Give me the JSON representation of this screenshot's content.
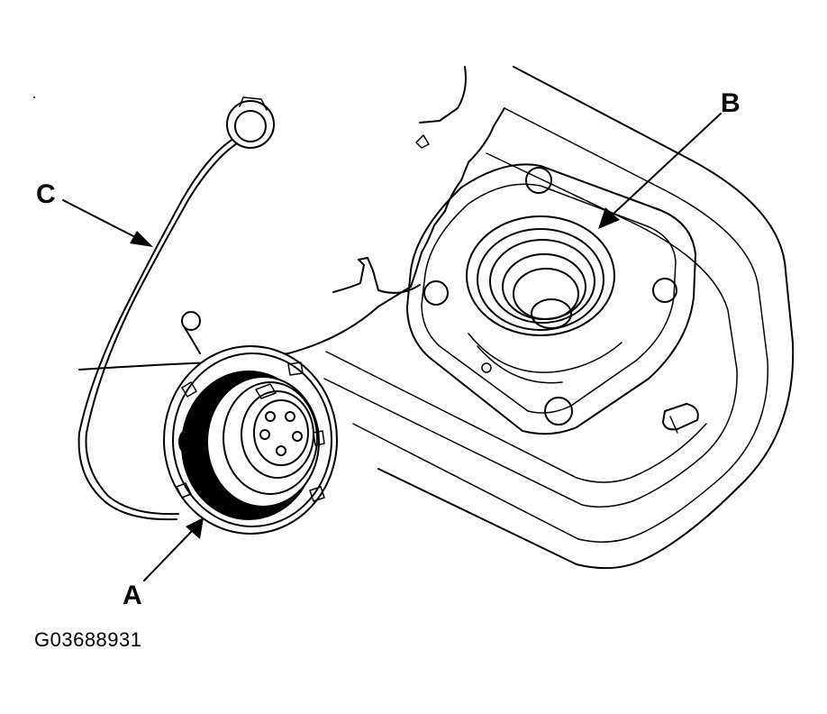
{
  "callouts": {
    "a": "A",
    "b": "B",
    "c": "C"
  },
  "figure_code": "G03688931",
  "colors": {
    "ink": "#000000",
    "paper": "#ffffff"
  }
}
